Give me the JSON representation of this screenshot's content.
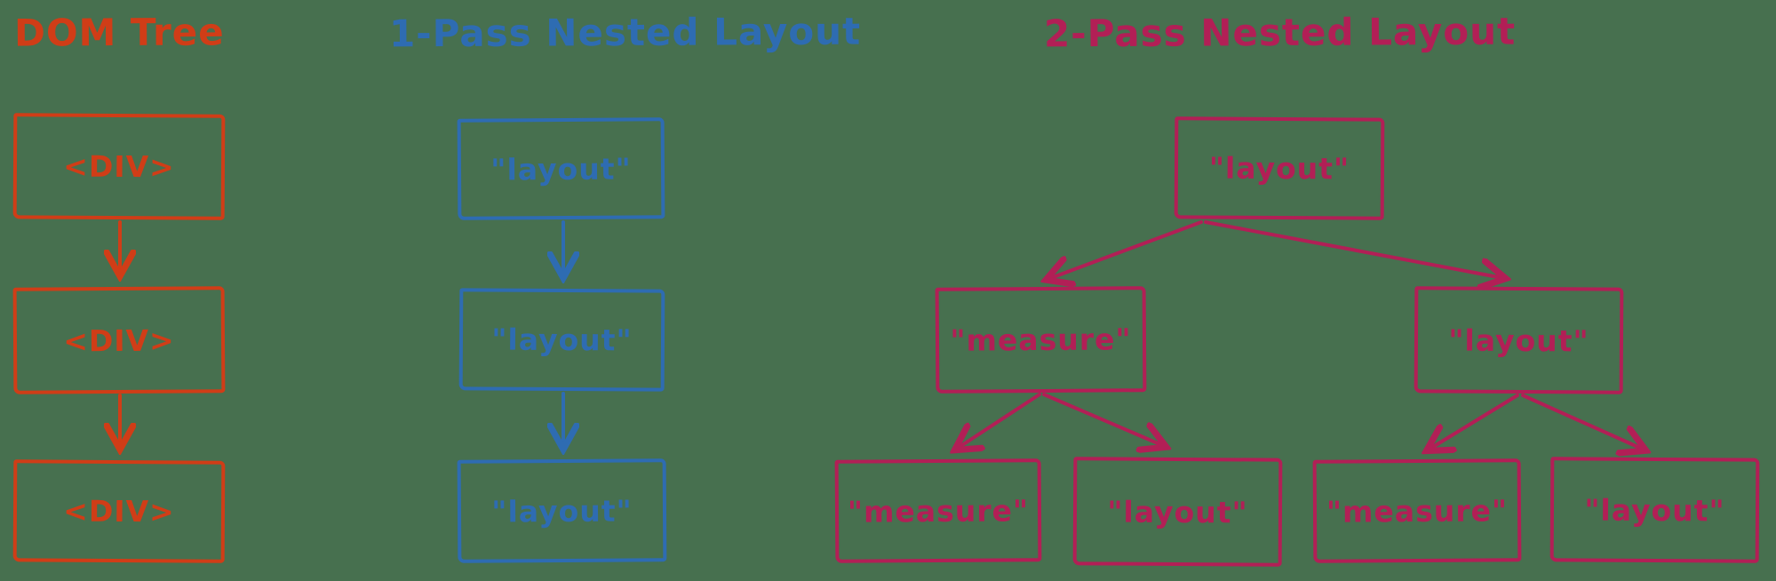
{
  "colors": {
    "orange": "#d03d17",
    "blue": "#2e6cb2",
    "pink": "#b21f56",
    "background": "#47704f"
  },
  "sections": {
    "dom_tree": {
      "title": "DOM Tree",
      "nodes": [
        "<DIV>",
        "<DIV>",
        "<DIV>"
      ]
    },
    "one_pass": {
      "title": "1-Pass Nested Layout",
      "nodes": [
        "\"layout\"",
        "\"layout\"",
        "\"layout\""
      ]
    },
    "two_pass": {
      "title": "2-Pass Nested Layout",
      "root": "\"layout\"",
      "level2": [
        "\"measure\"",
        "\"layout\""
      ],
      "level3": [
        "\"measure\"",
        "\"layout\"",
        "\"measure\"",
        "\"layout\""
      ]
    }
  }
}
